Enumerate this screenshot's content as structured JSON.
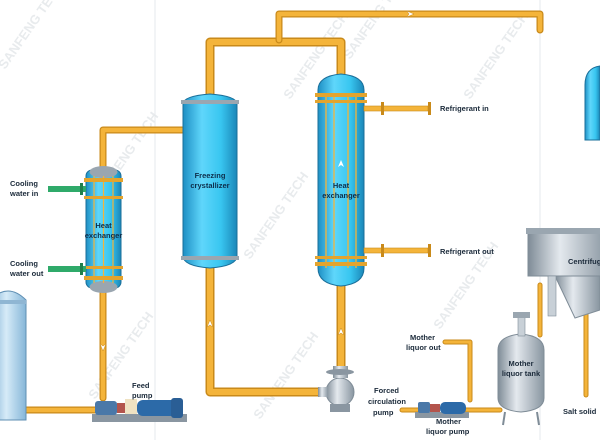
{
  "watermark": "SANFENG TECH",
  "labels": {
    "cooling_water_in": [
      "Cooling",
      "water in"
    ],
    "cooling_water_out": [
      "Cooling",
      "water out"
    ],
    "heat_exchanger_left": [
      "Heat",
      "exchanger"
    ],
    "freezing_crystallizer": [
      "Freezing",
      "crystallizer"
    ],
    "heat_exchanger_main": [
      "Heat",
      "exchanger"
    ],
    "refrigerant_in": "Refrigerant in",
    "refrigerant_out": "Refrigerant out",
    "feed_pump": [
      "Feed",
      "pump"
    ],
    "forced_circulation_pump": [
      "Forced",
      "circulation",
      "pump"
    ],
    "mother_liquor_out": [
      "Mother",
      "liquor out"
    ],
    "mother_liquor_pump": [
      "Mother",
      "liquor pump"
    ],
    "mother_liquor_tank": [
      "Mother",
      "liquor tank"
    ],
    "centrifuge": "Centrifug",
    "salt_solid": "Salt solid"
  },
  "colors": {
    "pipe": "#f4b43a",
    "pipe_edge": "#c98a1a",
    "vessel": "#38c6f0",
    "vessel_dark": "#1e8fc4",
    "steel": "#b9c3cc",
    "steel_dark": "#7f8c97",
    "green_nozzle": "#2faa6a",
    "pump_blue": "#2c6aa8",
    "tank": "#a9cce6"
  }
}
